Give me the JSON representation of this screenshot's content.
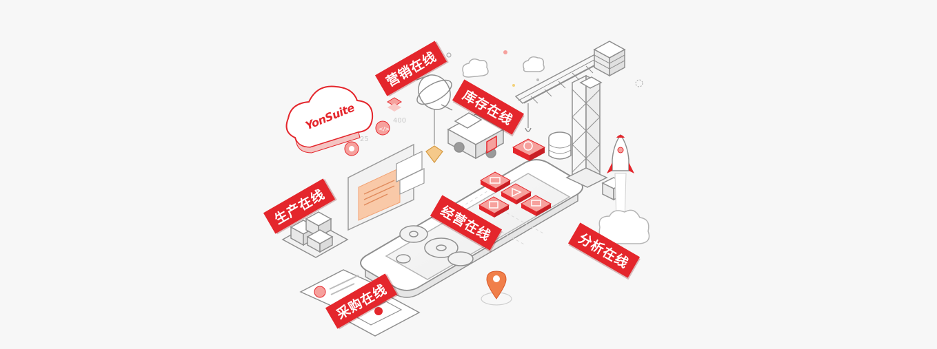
{
  "logo": {
    "text": "YonSuite"
  },
  "labels": {
    "marketing": "营销在线",
    "inventory": "库存在线",
    "production": "生产在线",
    "operation": "经营在线",
    "analysis": "分析在线",
    "purchasing": "采购在线"
  },
  "badges": {
    "left": "25",
    "right": "400"
  },
  "colors": {
    "accent": "#e4262c",
    "line": "#8f8f8f",
    "soft": "#f3b3b1",
    "background": "#f7f7f7"
  }
}
